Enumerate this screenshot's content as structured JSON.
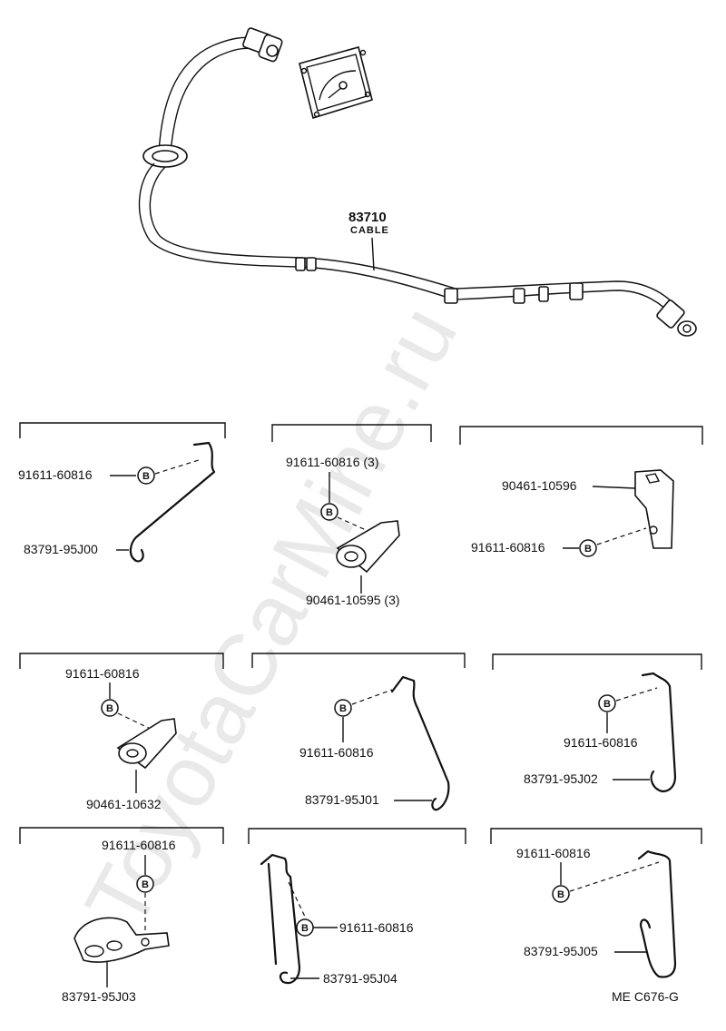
{
  "watermark": "ToyotaCarMine.ru",
  "bolt_symbol": "B",
  "main": {
    "part_number": "83710",
    "part_name": "CABLE"
  },
  "panels": [
    {
      "id": "p1",
      "labels": [
        "91611-60816",
        "83791-95J00"
      ]
    },
    {
      "id": "p2",
      "labels": [
        "91611-60816 (3)",
        "90461-10595 (3)"
      ]
    },
    {
      "id": "p3",
      "labels": [
        "90461-10596",
        "91611-60816"
      ]
    },
    {
      "id": "p4",
      "labels": [
        "91611-60816",
        "90461-10632"
      ]
    },
    {
      "id": "p5",
      "labels": [
        "91611-60816",
        "83791-95J01"
      ]
    },
    {
      "id": "p6",
      "labels": [
        "91611-60816",
        "83791-95J02"
      ]
    },
    {
      "id": "p7",
      "labels": [
        "91611-60816",
        "83791-95J03"
      ]
    },
    {
      "id": "p8",
      "labels": [
        "91611-60816",
        "83791-95J04"
      ]
    },
    {
      "id": "p9",
      "labels": [
        "91611-60816",
        "83791-95J05"
      ]
    }
  ],
  "footer": {
    "code": "ME  C676-G"
  }
}
